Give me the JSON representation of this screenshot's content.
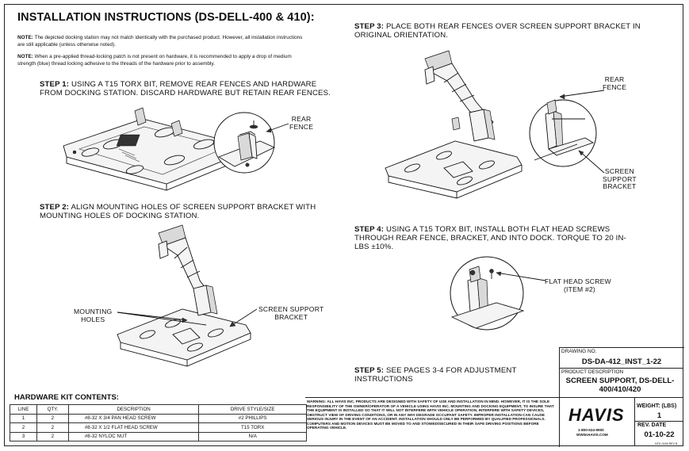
{
  "title": "INSTALLATION INSTRUCTIONS (DS-DELL-400 & 410):",
  "notes": [
    {
      "label": "NOTE:",
      "text": "The depicted docking station may not match identically with the purchased product. However, all installation instructions are still applicable (unless otherwise noted)."
    },
    {
      "label": "NOTE:",
      "text": "When a pre-applied thread-locking patch is not present on hardware, it is recommended to apply a drop of medium strength (blue) thread locking adhesive to the threads of the hardware prior to assembly."
    }
  ],
  "steps": [
    {
      "label": "STEP 1:",
      "text": "USING A T15 TORX BIT, REMOVE REAR FENCES AND HARDWARE FROM DOCKING STATION. DISCARD HARDWARE BUT RETAIN REAR FENCES."
    },
    {
      "label": "STEP 2:",
      "text": "ALIGN MOUNTING HOLES OF SCREEN SUPPORT BRACKET WITH MOUNTING HOLES OF DOCKING STATION."
    },
    {
      "label": "STEP 3:",
      "text": "PLACE BOTH REAR FENCES OVER SCREEN SUPPORT BRACKET IN ORIGINAL ORIENTATION."
    },
    {
      "label": "STEP 4:",
      "text": "USING A T15 TORX BIT, INSTALL BOTH FLAT HEAD SCREWS THROUGH REAR FENCE, BRACKET, AND INTO DOCK. TORQUE TO 20 IN-LBS ±10%."
    },
    {
      "label": "STEP 5:",
      "text": "SEE PAGES 3-4 FOR ADJUSTMENT INSTRUCTIONS"
    }
  ],
  "callouts": {
    "rear_fence_1": [
      "REAR",
      "FENCE"
    ],
    "mounting_holes": [
      "MOUNTING",
      "HOLES"
    ],
    "screen_support_bracket_2": [
      "SCREEN SUPPORT",
      "BRACKET"
    ],
    "rear_fence_3": [
      "REAR",
      "FENCE"
    ],
    "screen_support_bracket_3": [
      "SCREEN",
      "SUPPORT",
      "BRACKET"
    ],
    "flat_head_screw": [
      "FLAT HEAD SCREW",
      "(ITEM #2)"
    ]
  },
  "hardware": {
    "title": "HARDWARE KIT CONTENTS:",
    "headers": [
      "LINE",
      "QTY.",
      "DESCRIPTION",
      "DRIVE STYLE/SIZE"
    ],
    "rows": [
      [
        "1",
        "2",
        "#8-32 X 3/4 PAN HEAD SCREW",
        "#2 PHILLIPS"
      ],
      [
        "2",
        "2",
        "#8-32 X 1/2 FLAT HEAD SCREW",
        "T15 TORX"
      ],
      [
        "3",
        "2",
        "#8-32 NYLOC NUT",
        "N/A"
      ]
    ]
  },
  "warning": "WARNING: ALL HAVIS INC. PRODUCTS ARE DESIGNED WITH SAFETY OF USE AND INSTALLATION IN MIND. HOWEVER, IT IS THE SOLE RESPONSIBILITY OF THE OWNER/OPERATOR OF A VEHICLE USING HAVIS INC. MOUNTING AND DOCKING EQUIPMENT, TO INSURE THAT THE EQUIPMENT IS INSTALLED SO THAT IT WILL NOT INTERFERE WITH VEHICLE OPERATION, INTERFERE WITH SAFETY DEVICES, OBSTRUCT VIEW OF DRIVING CONDITIONS, OR IN ANY WAY DEGRADE OCCUPANT SAFETY. IMPROPER INSTALLATION CAN CAUSE SERIOUS INJURY IN THE EVENT OF AN ACCIDENT. INSTALLATION SHOULD ONLY BE PERFORMED BY QUALIFIED PROFESSIONALS. COMPUTERS AND MOTION DEVICES MUST BE MOVED TO AND STOWED/SECURED IN THEIR SAFE DRIVING POSITIONS BEFORE OPERATING VEHICLE.",
  "title_block": {
    "drawing_no_label": "DRAWING NO.",
    "drawing_no": "DS-DA-412_INST_1-22",
    "product_label": "PRODUCT DESCRIPTION",
    "product": "SCREEN SUPPORT, DS-DELL-400/410/420",
    "logo": "HAVIS",
    "phone": "1-800-524-9900",
    "website": "WWW.HAVIS.COM",
    "weight_label": "WEIGHT: (LBS)",
    "weight": "1",
    "rev_label": "REV. DATE",
    "rev_date": "01-10-22",
    "doc_code": "NTD-0169 REV B"
  }
}
